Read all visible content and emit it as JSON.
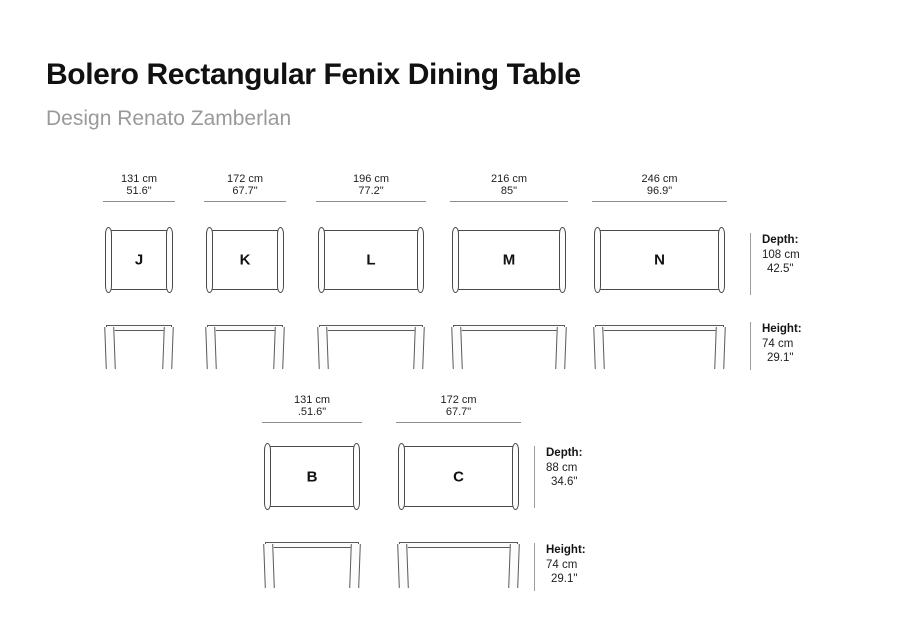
{
  "header": {
    "title": "Bolero Rectangular Fenix Dining Table",
    "subtitle": "Design Renato Zamberlan"
  },
  "top_section": {
    "depth_callout": {
      "label": "Depth:",
      "cm": "108 cm",
      "inches": "42.5\""
    },
    "height_callout": {
      "label": "Height:",
      "cm": "74 cm",
      "inches": "29.1\""
    },
    "units": [
      {
        "code": "J",
        "width_cm": "131 cm",
        "width_in": "51.6\""
      },
      {
        "code": "K",
        "width_cm": "172 cm",
        "width_in": "67.7\""
      },
      {
        "code": "L",
        "width_cm": "196 cm",
        "width_in": "77.2\""
      },
      {
        "code": "M",
        "width_cm": "216 cm",
        "width_in": "85\""
      },
      {
        "code": "N",
        "width_cm": "246 cm",
        "width_in": "96.9\""
      }
    ]
  },
  "bottom_section": {
    "depth_callout": {
      "label": "Depth:",
      "cm": "88 cm",
      "inches": "34.6\""
    },
    "height_callout": {
      "label": "Height:",
      "cm": "74 cm",
      "inches": "29.1\""
    },
    "units": [
      {
        "code": "B",
        "width_cm": "131 cm",
        "width_in": ".51.6\""
      },
      {
        "code": "C",
        "width_cm": "172 cm",
        "width_in": "67.7\""
      }
    ]
  },
  "colors": {
    "line": "#4a4a4a",
    "dimension_rule": "#8d8d8d",
    "title": "#111111",
    "subtitle": "#9a9a9a"
  }
}
